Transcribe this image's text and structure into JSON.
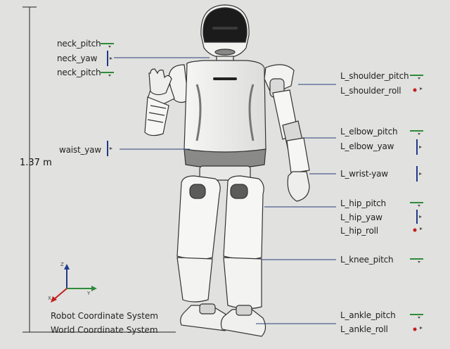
{
  "height_label": "1.37 m",
  "joints_left": [
    {
      "id": "neck-pitch-1",
      "label": "neck_pitch",
      "icon": "pitch-axis-icon"
    },
    {
      "id": "neck-yaw",
      "label": "neck_yaw",
      "icon": "yaw-axis-icon"
    },
    {
      "id": "neck-pitch-2",
      "label": "neck_pitch",
      "icon": "pitch-axis-icon"
    },
    {
      "id": "waist-yaw",
      "label": "waist_yaw",
      "icon": "yaw-axis-icon"
    }
  ],
  "joints_right": [
    {
      "id": "l-shoulder-pitch",
      "label": "L_shoulder_pitch",
      "icon": "pitch-axis-icon"
    },
    {
      "id": "l-shoulder-roll",
      "label": "L_shoulder_roll",
      "icon": "roll-axis-icon"
    },
    {
      "id": "l-elbow-pitch",
      "label": "L_elbow_pitch",
      "icon": "pitch-axis-icon"
    },
    {
      "id": "l-elbow-yaw",
      "label": "L_elbow_yaw",
      "icon": "yaw-axis-icon"
    },
    {
      "id": "l-wrist-yaw",
      "label": "L_wrist-yaw",
      "icon": "yaw-axis-icon"
    },
    {
      "id": "l-hip-pitch",
      "label": "L_hip_pitch",
      "icon": "pitch-axis-icon"
    },
    {
      "id": "l-hip-yaw",
      "label": "L_hip_yaw",
      "icon": "yaw-axis-icon"
    },
    {
      "id": "l-hip-roll",
      "label": "L_hip_roll",
      "icon": "roll-axis-icon"
    },
    {
      "id": "l-knee-pitch",
      "label": "L_knee_pitch",
      "icon": "pitch-axis-icon"
    },
    {
      "id": "l-ankle-pitch",
      "label": "L_ankle_pitch",
      "icon": "pitch-axis-icon"
    },
    {
      "id": "l-ankle-roll",
      "label": "L_ankle_roll",
      "icon": "roll-axis-icon"
    }
  ],
  "coordinate": {
    "axes": {
      "x": "X",
      "y": "Y",
      "z": "Z"
    },
    "robot_label": "Robot Coordinate System",
    "world_label": "World Coordinate System"
  },
  "colors": {
    "background": "#e1e1df",
    "pitch_green": "#2e8b3a",
    "yaw_blue": "#1f3a8a",
    "roll_red": "#c0201f",
    "leader": "#2a3f7a",
    "axis_x": "#c0201f",
    "axis_y": "#2e8b3a",
    "axis_z": "#1f3a8a"
  }
}
